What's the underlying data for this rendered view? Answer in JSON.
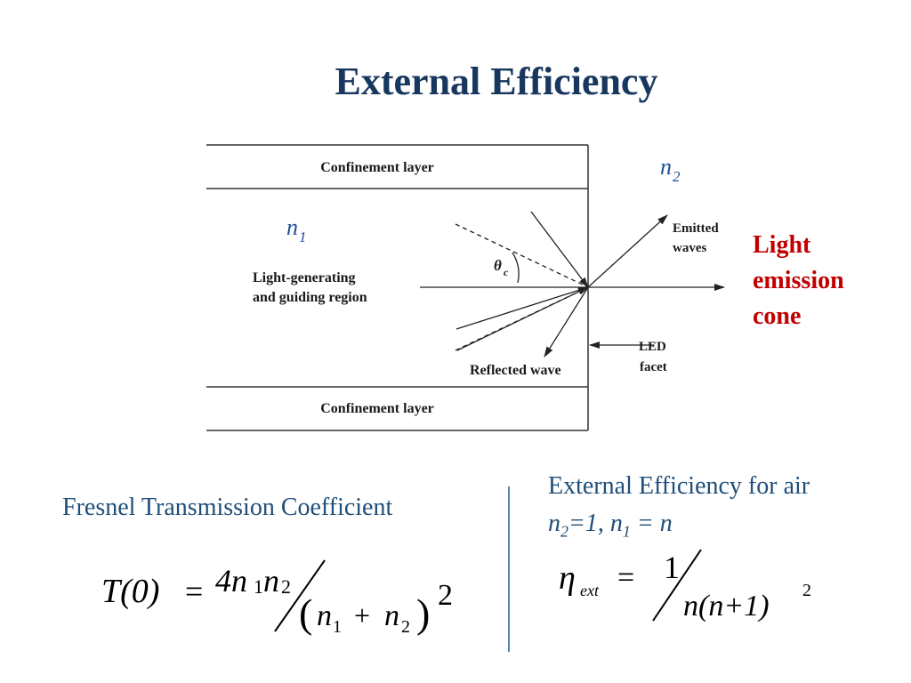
{
  "title": "External Efficiency",
  "diagram": {
    "confinement_top": "Confinement layer",
    "confinement_bottom": "Confinement layer",
    "n1": "n",
    "n1_sub": "1",
    "n2": "n",
    "n2_sub": "2",
    "region_line1": "Light-generating",
    "region_line2": "and guiding region",
    "theta": "θ",
    "theta_sub": "c",
    "emitted_line1": "Emitted",
    "emitted_line2": "waves",
    "reflected": "Reflected wave",
    "facet_line1": "LED",
    "facet_line2": "facet"
  },
  "side_label": [
    "Light",
    "emission",
    "cone"
  ],
  "side_label_color": "#c00000",
  "title_color": "#17375e",
  "fresnel": {
    "heading": "Fresnel Transmission Coefficient",
    "lhs": "T(0)",
    "eq": "=",
    "numerator": "4n",
    "num_sub1": "1",
    "num_n2": "n",
    "num_sub2": "2",
    "den_open": "(",
    "den_n1": "n",
    "den_sub1": "1",
    "den_plus": "+",
    "den_n2": "n",
    "den_sub2": "2",
    "den_close": ")",
    "power": "2"
  },
  "external": {
    "heading": "External Efficiency for air",
    "sub_n2": "n",
    "sub_n2_idx": "2",
    "sub_eq1": "=1, ",
    "sub_n1": "n",
    "sub_n1_idx": "1",
    "sub_eq2": " = n",
    "eta": "η",
    "eta_sub": "ext",
    "eq": "=",
    "numerator": "1",
    "denominator": "n(n+1)",
    "power": "2"
  }
}
